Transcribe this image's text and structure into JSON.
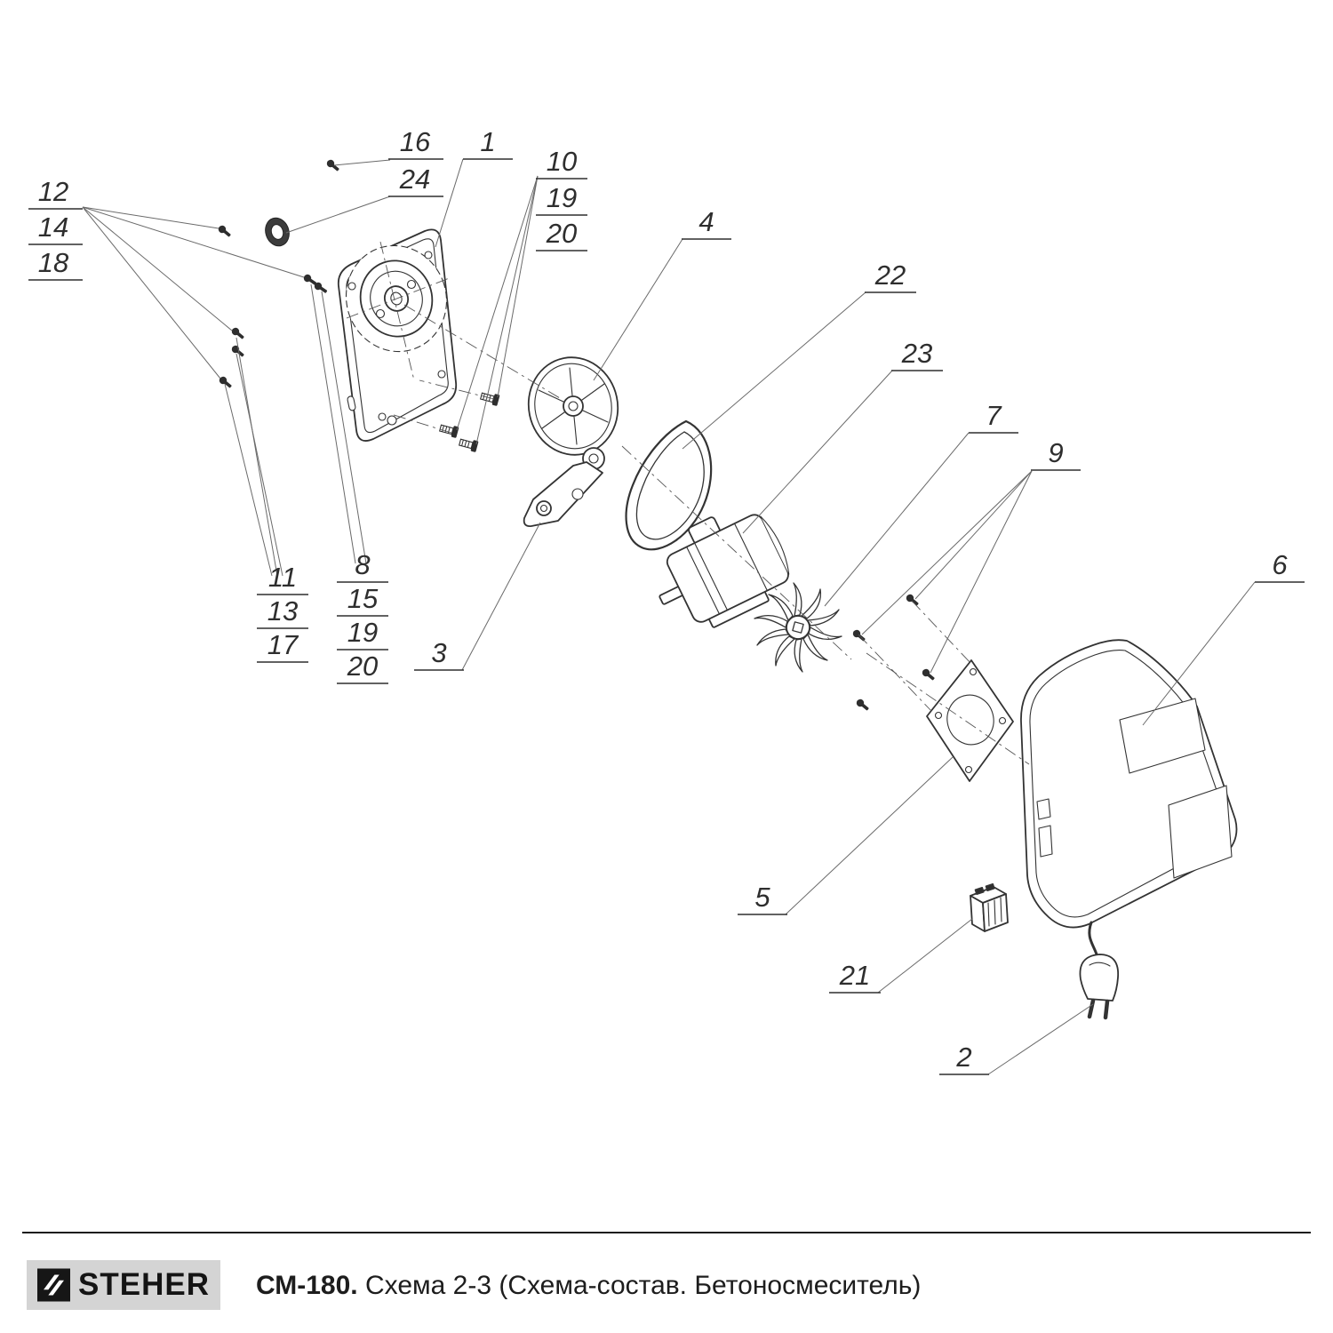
{
  "diagram": {
    "callouts": {
      "c1": "1",
      "c2": "2",
      "c3": "3",
      "c4": "4",
      "c5": "5",
      "c6": "6",
      "c7": "7",
      "c8": "8",
      "c9": "9",
      "c10": "10",
      "c11": "11",
      "c12": "12",
      "c13": "13",
      "c14": "14",
      "c15": "15",
      "c16": "16",
      "c17": "17",
      "c18": "18",
      "c19": "19",
      "c20": "20",
      "c21": "21",
      "c22": "22",
      "c23": "23",
      "c24": "24"
    }
  },
  "footer": {
    "logo_text": "STEHER",
    "model": "СМ-180.",
    "title": "Схема 2-3 (Схема-состав. Бетоносмеситель)"
  }
}
